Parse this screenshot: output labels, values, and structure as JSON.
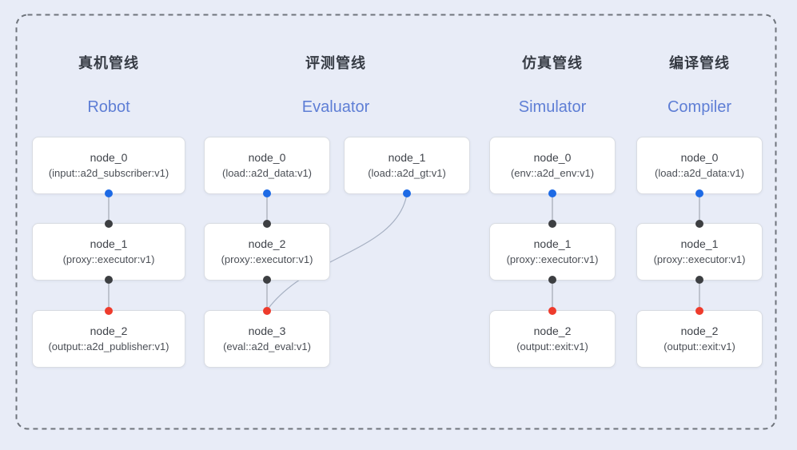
{
  "colors": {
    "background": "#e8ecf7",
    "frame_border": "#6f747c",
    "box_background": "#ffffff",
    "box_border": "#d9dce2",
    "title_zh_color": "#363b44",
    "title_en_color": "#5e7ed5",
    "node_text_color": "#3f434a",
    "port_blue": "#1d6ae5",
    "port_black": "#3d3f42",
    "port_red": "#ee3b2c",
    "edge_line": "#939aa6",
    "curve_line": "#a6b0c2"
  },
  "pipelines": [
    {
      "title_zh": "真机管线",
      "title_en": "Robot",
      "nodes": [
        {
          "title": "node_0",
          "subtitle": "(input::a2d_subscriber:v1)",
          "ports": {
            "bottom": "blue"
          }
        },
        {
          "title": "node_1",
          "subtitle": "(proxy::executor:v1)",
          "ports": {
            "top": "black",
            "bottom": "black"
          }
        },
        {
          "title": "node_2",
          "subtitle": "(output::a2d_publisher:v1)",
          "ports": {
            "top": "red"
          }
        }
      ]
    },
    {
      "title_zh": "评测管线",
      "title_en": "Evaluator",
      "nodes": [
        {
          "title": "node_0",
          "subtitle": "(load::a2d_data:v1)",
          "ports": {
            "bottom": "blue"
          }
        },
        {
          "title": "node_1",
          "subtitle": "(load::a2d_gt:v1)",
          "ports": {
            "bottom": "blue"
          }
        },
        {
          "title": "node_2",
          "subtitle": "(proxy::executor:v1)",
          "ports": {
            "top": "black",
            "bottom": "black"
          }
        },
        {
          "title": "node_3",
          "subtitle": "(eval::a2d_eval:v1)",
          "ports": {
            "top": "red"
          }
        }
      ]
    },
    {
      "title_zh": "仿真管线",
      "title_en": "Simulator",
      "nodes": [
        {
          "title": "node_0",
          "subtitle": "(env::a2d_env:v1)",
          "ports": {
            "bottom": "blue"
          }
        },
        {
          "title": "node_1",
          "subtitle": "(proxy::executor:v1)",
          "ports": {
            "top": "black",
            "bottom": "black"
          }
        },
        {
          "title": "node_2",
          "subtitle": "(output::exit:v1)",
          "ports": {
            "top": "red"
          }
        }
      ]
    },
    {
      "title_zh": "编译管线",
      "title_en": "Compiler",
      "nodes": [
        {
          "title": "node_0",
          "subtitle": "(load::a2d_data:v1)",
          "ports": {
            "bottom": "blue"
          }
        },
        {
          "title": "node_1",
          "subtitle": "(proxy::executor:v1)",
          "ports": {
            "top": "black",
            "bottom": "black"
          }
        },
        {
          "title": "node_2",
          "subtitle": "(output::exit:v1)",
          "ports": {
            "top": "red"
          }
        }
      ]
    }
  ]
}
